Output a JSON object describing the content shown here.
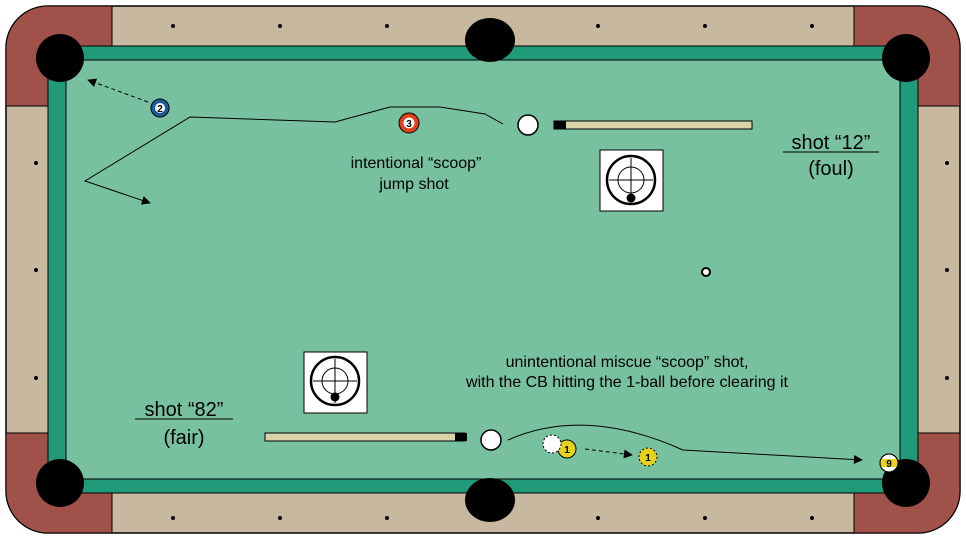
{
  "colors": {
    "rail": "#c9b8a0",
    "corner": "#a0524a",
    "cushion": "#209a78",
    "felt": "#77c1a1",
    "pocket": "#000000",
    "cue_shaft": "#d8d2a8",
    "ball_2": "#1e5aa0",
    "ball_3": "#e0401a",
    "ball_1": "#e6d21a",
    "ball_9": "#e6d21a"
  },
  "annotations": {
    "foul_title": "shot “12”",
    "foul_sub": "(foul)",
    "fair_title": "shot “82”",
    "fair_sub": "(fair)",
    "jump_line1": "intentional “scoop”",
    "jump_line2": "jump shot",
    "miscue_line1": "unintentional miscue “scoop” shot,",
    "miscue_line2": "with the CB hitting the 1-ball before clearing it"
  },
  "balls": {
    "two": "2",
    "three": "3",
    "one": "1",
    "one_ghost": "1",
    "nine": "9"
  }
}
